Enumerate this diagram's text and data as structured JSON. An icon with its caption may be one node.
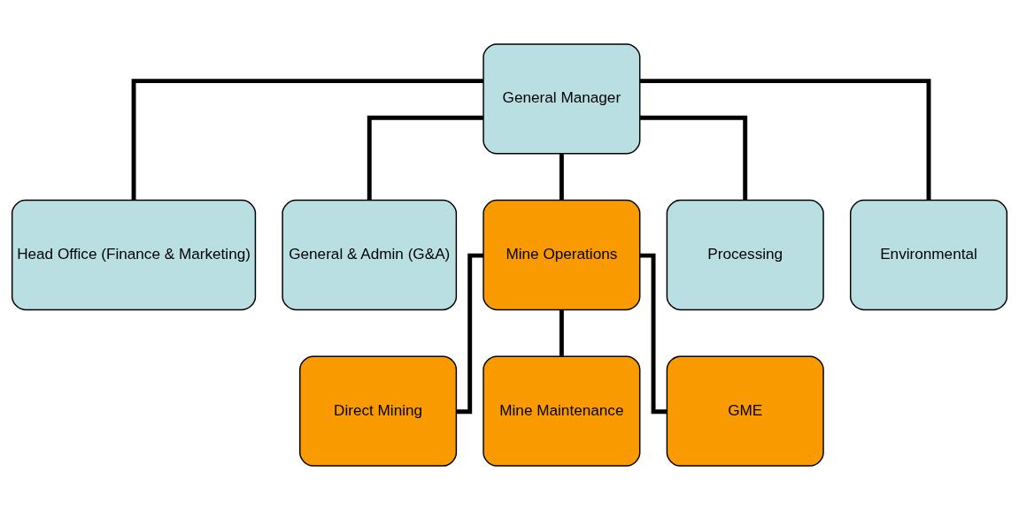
{
  "diagram": {
    "nodes": [
      {
        "text": [
          "General Manager"
        ]
      },
      {
        "text": [
          "Head Office (Finance & Marketing)"
        ]
      },
      {
        "text": [
          "General & Admin (G&A)"
        ]
      },
      {
        "text": [
          "Mine Operations"
        ]
      },
      {
        "text": [
          "Processing"
        ]
      },
      {
        "text": [
          "Environmental"
        ]
      },
      {
        "text": [
          "Direct Mining"
        ]
      },
      {
        "text": [
          "Mine Maintenance"
        ]
      },
      {
        "text": [
          "GME"
        ]
      }
    ],
    "edges": [
      {
        "from": 0,
        "to": 1,
        "arrow": "none"
      },
      {
        "from": 0,
        "to": 2,
        "arrow": "none"
      },
      {
        "from": 0,
        "to": 3,
        "arrow": "none"
      },
      {
        "from": 0,
        "to": 4,
        "arrow": "none"
      },
      {
        "from": 0,
        "to": 5,
        "arrow": "none"
      },
      {
        "from": 3,
        "to": 6,
        "arrow": "none"
      },
      {
        "from": 3,
        "to": 7,
        "arrow": "none"
      },
      {
        "from": 3,
        "to": 8,
        "arrow": "none"
      }
    ]
  }
}
